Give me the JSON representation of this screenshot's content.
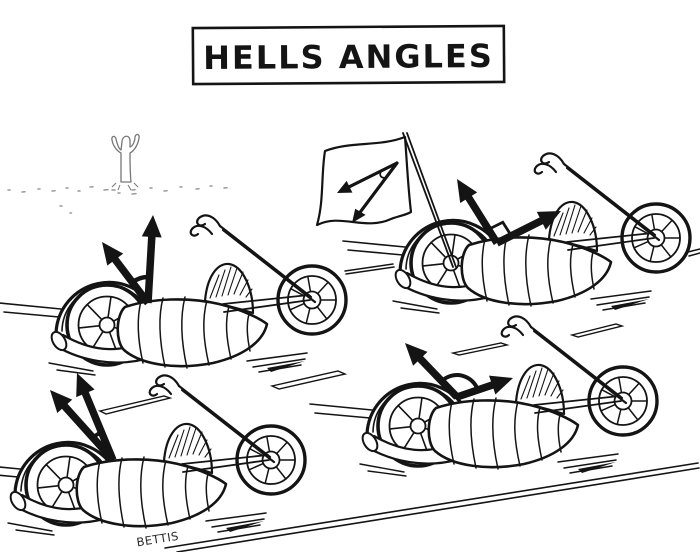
{
  "title": {
    "text": "HELLS ANGLES"
  },
  "signature": {
    "text": "BETTIS"
  },
  "palette": {
    "background": "#ffffff",
    "ink": "#141414",
    "faint_ink": "#777777",
    "dot_gray": "#999999"
  },
  "scene": {
    "type": "single-panel-cartoon",
    "setting": [
      "desert-ground-with-cactus",
      "highway-with-lane-dashes"
    ],
    "motorcycles": [
      {
        "position": "top-left",
        "rider": "acute-angle-with-arc"
      },
      {
        "position": "top-right",
        "rider": "right-angle-with-square-mark",
        "accessory": "flag-with-angle-doodle"
      },
      {
        "position": "bottom-left",
        "rider": "narrow-acute-angle-with-arc"
      },
      {
        "position": "bottom-right",
        "rider": "obtuse-angle-with-arc"
      }
    ]
  }
}
